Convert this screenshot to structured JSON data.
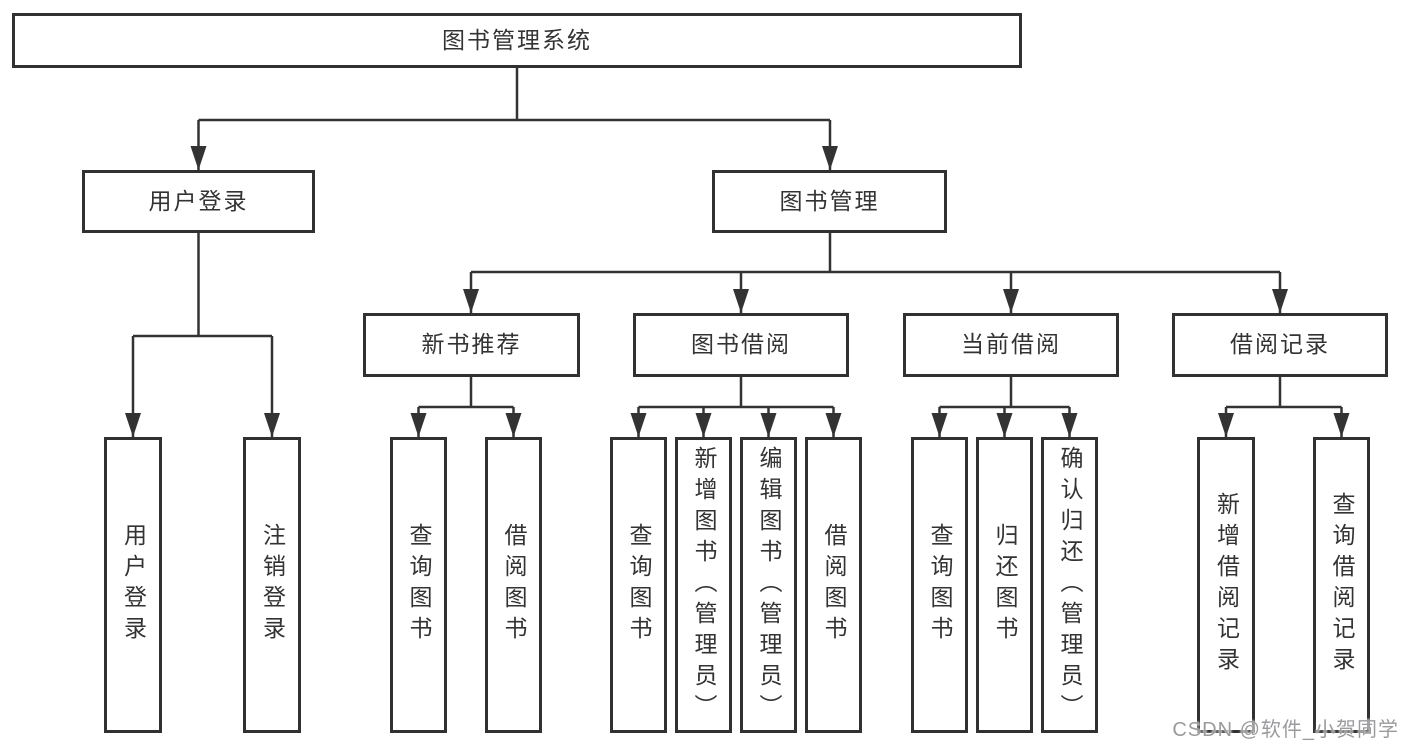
{
  "tree": {
    "label": "图书管理系统",
    "children": [
      {
        "label": "用户登录",
        "children": [
          {
            "label": "用户登录"
          },
          {
            "label": "注销登录"
          }
        ]
      },
      {
        "label": "图书管理",
        "children": [
          {
            "label": "新书推荐",
            "children": [
              {
                "label": "查询图书"
              },
              {
                "label": "借阅图书"
              }
            ]
          },
          {
            "label": "图书借阅",
            "children": [
              {
                "label": "查询图书"
              },
              {
                "label": "新增图书（管理员）"
              },
              {
                "label": "编辑图书（管理员）"
              },
              {
                "label": "借阅图书"
              }
            ]
          },
          {
            "label": "当前借阅",
            "children": [
              {
                "label": "查询图书"
              },
              {
                "label": "归还图书"
              },
              {
                "label": "确认归还（管理员）"
              }
            ]
          },
          {
            "label": "借阅记录",
            "children": [
              {
                "label": "新增借阅记录"
              },
              {
                "label": "查询借阅记录"
              }
            ]
          }
        ]
      }
    ]
  },
  "watermark": {
    "text": "CSDN @软件_小贺同学"
  },
  "colors": {
    "line": "#333333",
    "box_border": "#313131",
    "text": "#333333",
    "watermark": "#9b9b9e",
    "background": "#ffffff"
  }
}
